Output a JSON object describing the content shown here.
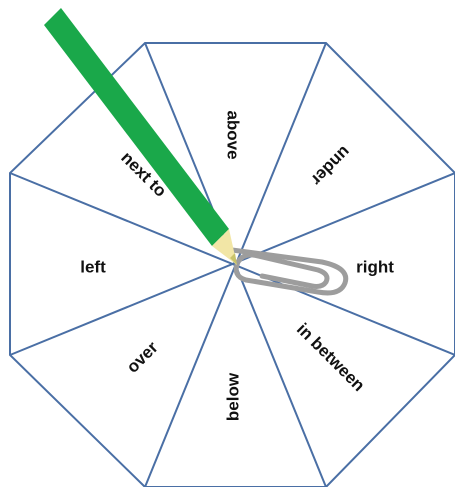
{
  "spinner": {
    "sections": [
      {
        "key": "above",
        "label": "above"
      },
      {
        "key": "under",
        "label": "under"
      },
      {
        "key": "right",
        "label": "right"
      },
      {
        "key": "in-between",
        "label": "in between"
      },
      {
        "key": "below",
        "label": "below"
      },
      {
        "key": "over",
        "label": "over"
      },
      {
        "key": "left",
        "label": "left"
      },
      {
        "key": "next-to",
        "label": "next to"
      }
    ]
  },
  "colors": {
    "outline": "#4a6fa5",
    "pencil_body": "#1aa84a",
    "pencil_wood": "#f2e6a6",
    "pencil_lead": "#c9c36a",
    "paperclip": "#9d9d9d",
    "text": "#111111"
  },
  "icons": {
    "pencil": "pencil-icon",
    "paperclip": "paperclip-icon"
  }
}
